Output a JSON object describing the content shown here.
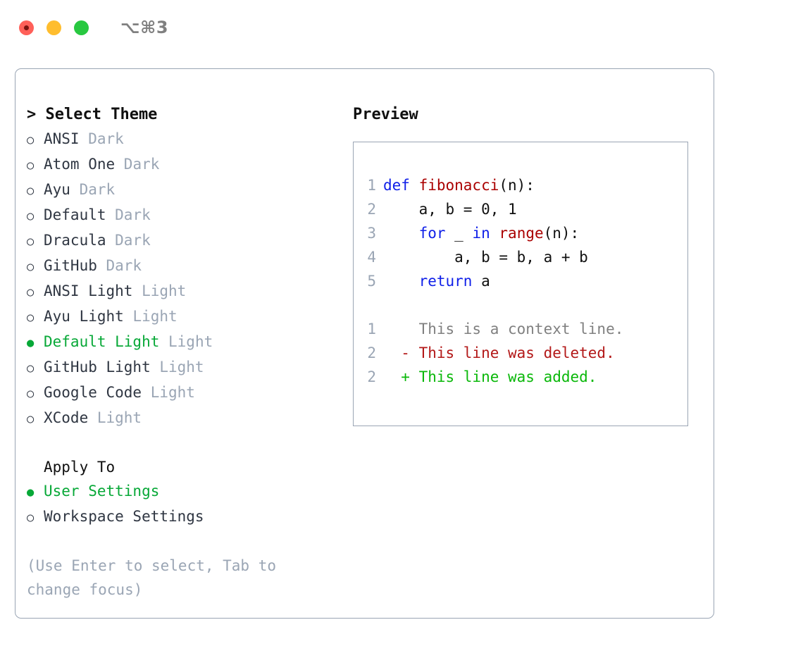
{
  "window": {
    "shortcut": "⌥⌘3",
    "traffic_lights": [
      {
        "name": "close",
        "color": "#ff6059"
      },
      {
        "name": "minimize",
        "color": "#ffbd2e"
      },
      {
        "name": "zoom",
        "color": "#28c840"
      }
    ]
  },
  "colors": {
    "selected_green": "#07a837",
    "muted_gray": "#9aa5b4",
    "text_dark": "#2f3642",
    "keyword_blue": "#1020e8",
    "function_red": "#aa0000",
    "diff_add_green": "#0ab80a",
    "diff_del_red": "#b31818",
    "border": "#9aa5b4"
  },
  "theme_panel": {
    "heading": "> Select Theme",
    "markers": {
      "selected": "●",
      "unselected": "○"
    },
    "items": [
      {
        "label": "ANSI",
        "suffix": "Dark",
        "selected": false
      },
      {
        "label": "Atom One",
        "suffix": "Dark",
        "selected": false
      },
      {
        "label": "Ayu",
        "suffix": "Dark",
        "selected": false
      },
      {
        "label": "Default",
        "suffix": "Dark",
        "selected": false
      },
      {
        "label": "Dracula",
        "suffix": "Dark",
        "selected": false
      },
      {
        "label": "GitHub",
        "suffix": "Dark",
        "selected": false
      },
      {
        "label": "ANSI Light",
        "suffix": "Light",
        "selected": false
      },
      {
        "label": "Ayu Light",
        "suffix": "Light",
        "selected": false
      },
      {
        "label": "Default Light",
        "suffix": "Light",
        "selected": true
      },
      {
        "label": "GitHub Light",
        "suffix": "Light",
        "selected": false
      },
      {
        "label": "Google Code",
        "suffix": "Light",
        "selected": false
      },
      {
        "label": "XCode",
        "suffix": "Light",
        "selected": false
      }
    ]
  },
  "apply_to": {
    "heading": "Apply To",
    "items": [
      {
        "label": "User Settings",
        "selected": true
      },
      {
        "label": "Workspace Settings",
        "selected": false
      }
    ]
  },
  "hint": "(Use Enter to select, Tab to change focus)",
  "preview": {
    "heading": "Preview",
    "code_lines": [
      {
        "number": "1",
        "tokens": [
          {
            "text": "def ",
            "kind": "keyword"
          },
          {
            "text": "fibonacci",
            "kind": "function"
          },
          {
            "text": "(n):",
            "kind": "plain"
          }
        ]
      },
      {
        "number": "2",
        "tokens": [
          {
            "text": "    a, b = 0, 1",
            "kind": "plain"
          }
        ]
      },
      {
        "number": "3",
        "tokens": [
          {
            "text": "    ",
            "kind": "plain"
          },
          {
            "text": "for",
            "kind": "keyword"
          },
          {
            "text": " _ ",
            "kind": "plain"
          },
          {
            "text": "in",
            "kind": "keyword"
          },
          {
            "text": " ",
            "kind": "plain"
          },
          {
            "text": "range",
            "kind": "function"
          },
          {
            "text": "(n):",
            "kind": "plain"
          }
        ]
      },
      {
        "number": "4",
        "tokens": [
          {
            "text": "        a, b = b, a + b",
            "kind": "plain"
          }
        ]
      },
      {
        "number": "5",
        "tokens": [
          {
            "text": "    ",
            "kind": "plain"
          },
          {
            "text": "return",
            "kind": "keyword"
          },
          {
            "text": " a",
            "kind": "plain"
          }
        ]
      }
    ],
    "diff_lines": [
      {
        "number": "1",
        "marker": " ",
        "text": " This is a context line.",
        "kind": "context"
      },
      {
        "number": "2",
        "marker": "-",
        "text": " This line was deleted.",
        "kind": "deleted"
      },
      {
        "number": "2",
        "marker": "+",
        "text": " This line was added.",
        "kind": "added"
      }
    ]
  }
}
